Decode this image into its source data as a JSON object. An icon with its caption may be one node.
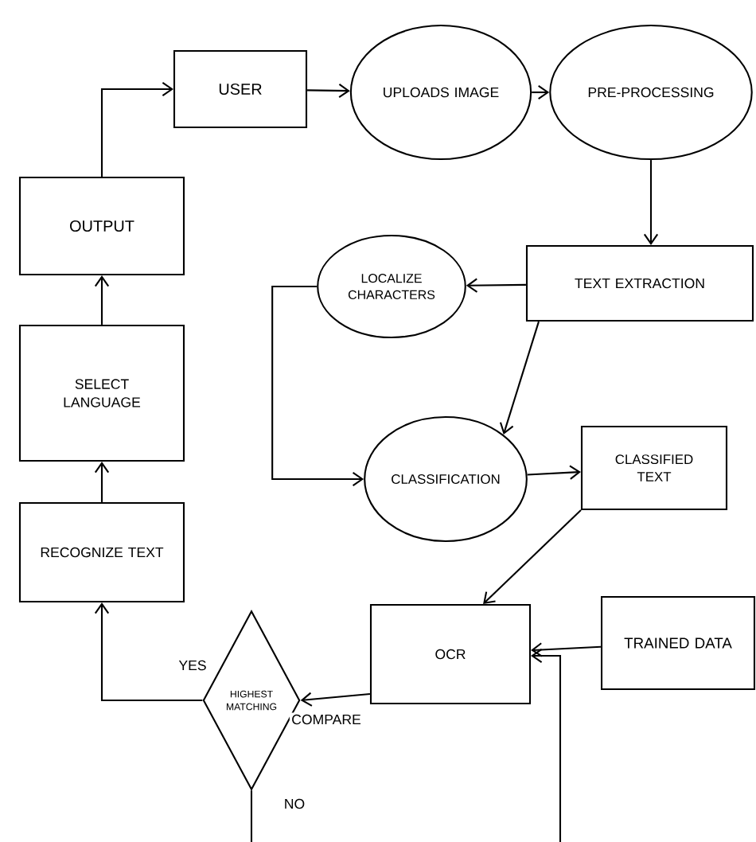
{
  "diagram": {
    "nodes": [
      {
        "text": [
          "USER"
        ]
      },
      {
        "text": [
          "UPLOADS IMAGE"
        ]
      },
      {
        "text": [
          "PRE-PROCESSING"
        ]
      },
      {
        "text": [
          "TEXT EXTRACTION"
        ]
      },
      {
        "text": [
          "LOCALIZE CHARACTERS"
        ]
      },
      {
        "text": [
          "CLASSIFICATION"
        ]
      },
      {
        "text": [
          "CLASSIFIED TEXT"
        ]
      },
      {
        "text": [
          "OCR"
        ]
      },
      {
        "text": [
          "TRAINED DATA"
        ]
      },
      {
        "text": [
          "HIGHEST MATCHING"
        ]
      },
      {
        "text": [
          "RECOGNIZE TEXT"
        ]
      },
      {
        "text": [
          "SELECT LANGUAGE"
        ]
      },
      {
        "text": [
          "OUTPUT"
        ]
      }
    ],
    "edges": [
      {
        "from": 12,
        "to": 0,
        "arrow": "to"
      },
      {
        "from": 0,
        "to": 1,
        "arrow": "to"
      },
      {
        "from": 1,
        "to": 2,
        "arrow": "to"
      },
      {
        "from": 2,
        "to": 3,
        "arrow": "to"
      },
      {
        "from": 3,
        "to": 4,
        "arrow": "to"
      },
      {
        "from": 3,
        "to": 5,
        "arrow": "to"
      },
      {
        "from": 4,
        "to": 5,
        "arrow": "to"
      },
      {
        "from": 5,
        "to": 6,
        "arrow": "to"
      },
      {
        "from": 6,
        "to": 7,
        "arrow": "to"
      },
      {
        "from": 8,
        "to": 7,
        "arrow": "to"
      },
      {
        "from": 7,
        "to": 9,
        "arrow": "to",
        "label": "COMPARE"
      },
      {
        "from": 9,
        "to": 10,
        "arrow": "to",
        "label": "YES"
      },
      {
        "from": 10,
        "to": 11,
        "arrow": "to"
      },
      {
        "from": 11,
        "to": 12,
        "arrow": "to"
      },
      {
        "from": 9,
        "to": null,
        "arrow": "none",
        "label": "NO"
      },
      {
        "from": null,
        "to": 7,
        "arrow": "to"
      }
    ]
  }
}
